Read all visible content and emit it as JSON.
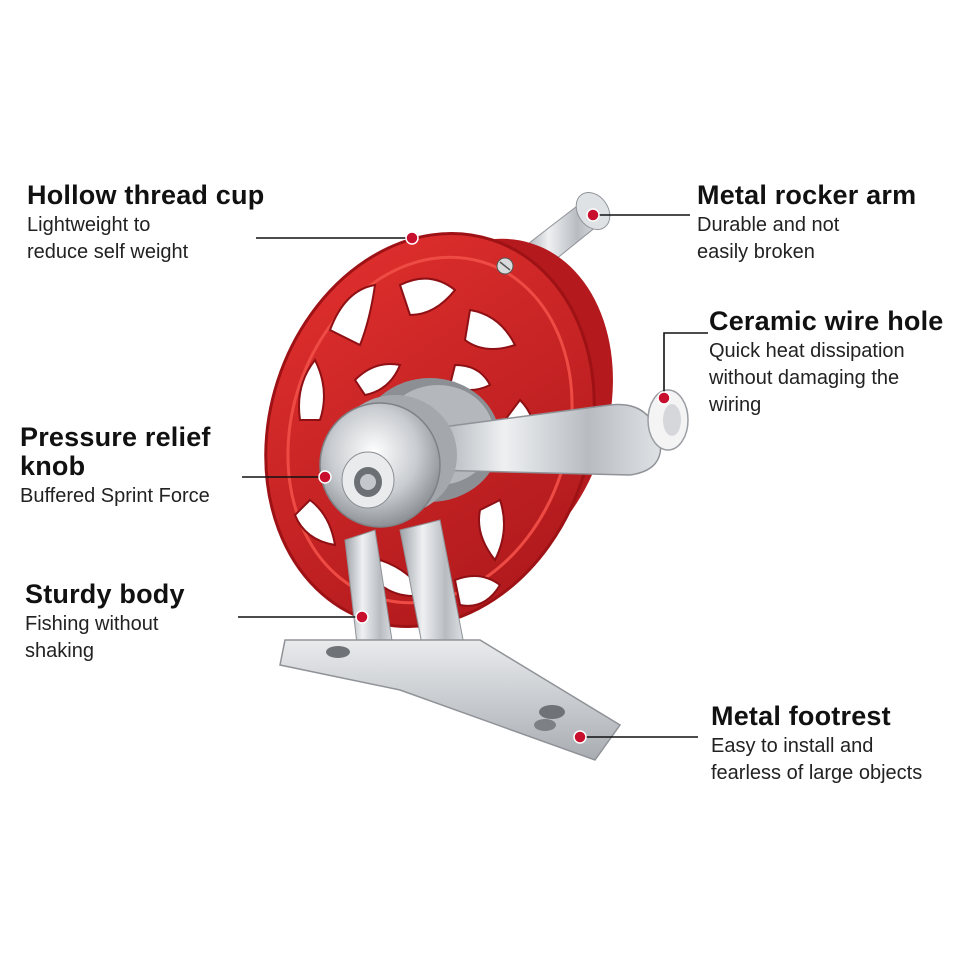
{
  "colors": {
    "accent": "#c8102e",
    "spool": "#d42323",
    "metal": "#c9ccd1",
    "leader": "#111111"
  },
  "callouts": {
    "hollow_cup": {
      "title": "Hollow thread cup",
      "desc": "Lightweight to\nreduce self weight"
    },
    "rocker_arm": {
      "title": "Metal rocker arm",
      "desc": "Durable and not\neasily broken"
    },
    "wire_hole": {
      "title": "Ceramic wire hole",
      "desc": "Quick heat dissipation\nwithout damaging the\nwiring"
    },
    "relief_knob": {
      "title": "Pressure relief\nknob",
      "desc": "Buffered Sprint Force"
    },
    "sturdy_body": {
      "title": "Sturdy body",
      "desc": "Fishing without\nshaking"
    },
    "footrest": {
      "title": "Metal footrest",
      "desc": "Easy to install and\nfearless of large objects"
    }
  }
}
